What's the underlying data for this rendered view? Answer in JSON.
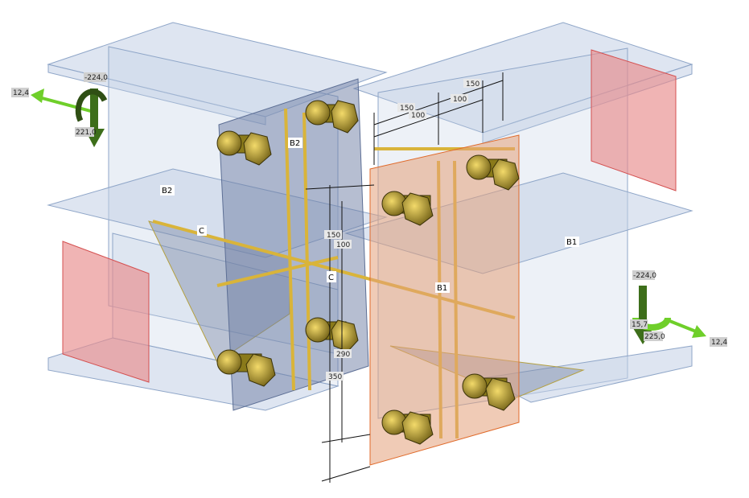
{
  "colors": {
    "steel": "#b7c6de",
    "plate": "#8d9bb8",
    "end_plate": "#e89a9a",
    "weld": "#d9b43a",
    "highlight_plate": "#e8a27c",
    "load_arrow": "#6fcf2a"
  },
  "members": {
    "b1_top": "B1",
    "b1_mid": "B1",
    "b2_top": "B2",
    "b2_left": "B2",
    "c_left": "C",
    "c_mid": "C"
  },
  "loads_left": {
    "n": "12,4",
    "vz": "-224,0",
    "my": "221,0"
  },
  "loads_right": {
    "vz": "-224,0",
    "mx": "15,7",
    "my": "225,0",
    "n": "12,4"
  },
  "dimensions": {
    "top": [
      "150",
      "100",
      "150",
      "100"
    ],
    "vertical": [
      "150",
      "100",
      "290",
      "350"
    ]
  }
}
